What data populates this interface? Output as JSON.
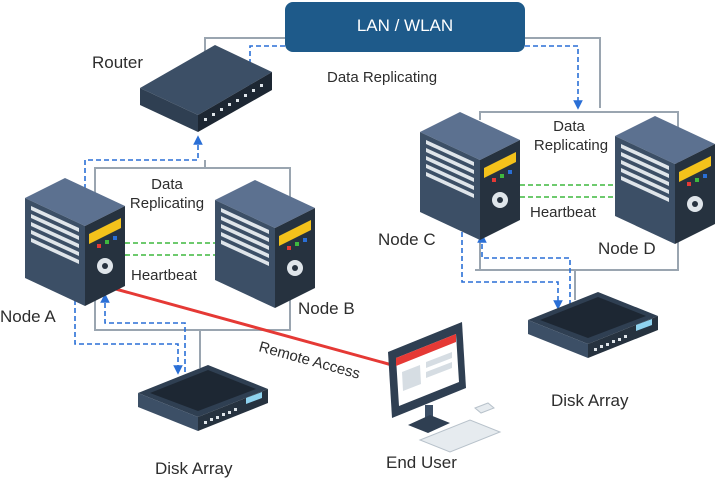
{
  "network": {
    "label": "LAN / WLAN"
  },
  "labels": {
    "router": "Router",
    "replicating_top": "Data Replicating",
    "replicating_left_1": "Data",
    "replicating_left_2": "Replicating",
    "replicating_right_1": "Data",
    "replicating_right_2": "Replicating",
    "heartbeat_left": "Heartbeat",
    "heartbeat_right": "Heartbeat",
    "node_a": "Node A",
    "node_b": "Node B",
    "node_c": "Node C",
    "node_d": "Node D",
    "disk_left": "Disk Array",
    "disk_right": "Disk Array",
    "remote_access": "Remote Access",
    "end_user": "End User"
  },
  "colors": {
    "banner": "#1e5a8a",
    "server_dark": "#2f3f52",
    "server_mid": "#3c4f66",
    "server_light": "#5c7190",
    "dashed_link": "#2a6fd6",
    "heartbeat": "#3fb83f",
    "remote_access": "#e53935",
    "cable": "#9aa5b0",
    "accent_yellow": "#f4c21b"
  }
}
